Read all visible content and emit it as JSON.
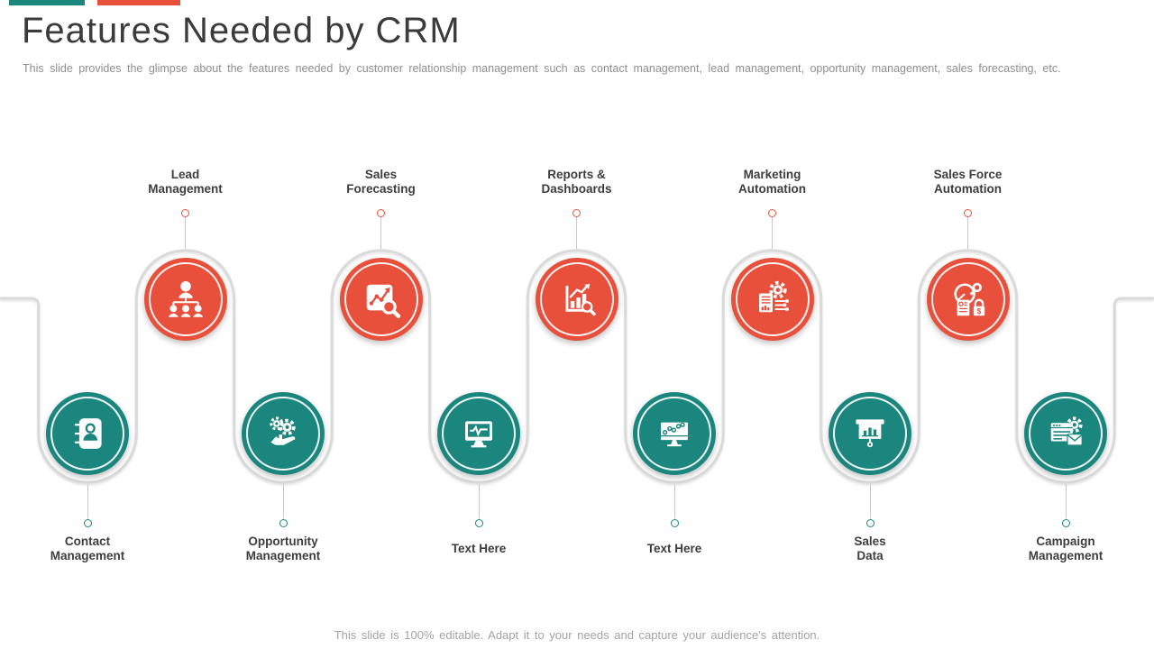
{
  "slide": {
    "title": "Features Needed by CRM",
    "subtitle": "This slide provides the glimpse about the features needed by customer relationship management such as contact management, lead management, opportunity management, sales forecasting, etc.",
    "footer": "This slide is 100% editable. Adapt it to your needs and capture your audience's attention."
  },
  "colors": {
    "red": "#E8503C",
    "teal": "#1B867E",
    "track": "#DADADA",
    "text_dark": "#3D3D3D",
    "text_gray": "#8F8F8F"
  },
  "header_bars": [
    {
      "name": "accent-bar-teal",
      "color": "teal"
    },
    {
      "name": "accent-bar-red",
      "color": "red"
    }
  ],
  "diagram": {
    "nodes": [
      {
        "label": "Contact\nManagement",
        "row": "bottom",
        "color": "teal",
        "icon": "address-book-icon"
      },
      {
        "label": "Lead\nManagement",
        "row": "top",
        "color": "red",
        "icon": "org-chart-icon"
      },
      {
        "label": "Opportunity\nManagement",
        "row": "bottom",
        "color": "teal",
        "icon": "hand-gears-icon"
      },
      {
        "label": "Sales\nForecasting",
        "row": "top",
        "color": "red",
        "icon": "trend-search-icon"
      },
      {
        "label": "Text Here",
        "row": "bottom",
        "color": "teal",
        "icon": "monitor-pulse-icon"
      },
      {
        "label": "Reports &\nDashboards",
        "row": "top",
        "color": "red",
        "icon": "bar-chart-search-icon"
      },
      {
        "label": "Text Here",
        "row": "bottom",
        "color": "teal",
        "icon": "monitor-trend-icon"
      },
      {
        "label": "Marketing\nAutomation",
        "row": "top",
        "color": "red",
        "icon": "doc-gear-circuit-icon"
      },
      {
        "label": "Sales\nData",
        "row": "bottom",
        "color": "teal",
        "icon": "projector-chart-icon"
      },
      {
        "label": "Sales Force\nAutomation",
        "row": "top",
        "color": "red",
        "icon": "automation-dollar-icon"
      },
      {
        "label": "Campaign\nManagement",
        "row": "bottom",
        "color": "teal",
        "icon": "browser-gear-mail-icon"
      }
    ]
  }
}
